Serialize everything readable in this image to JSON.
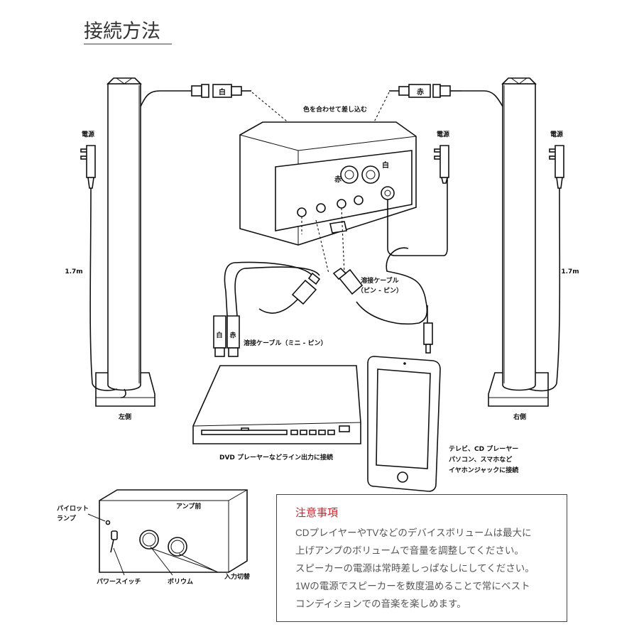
{
  "title": "接続方法",
  "labels": {
    "white": "白",
    "red": "赤",
    "match_colors": "色を合わせて差し込む",
    "power": "電源",
    "length": "1.7m",
    "left_side": "左側",
    "right_side": "右側",
    "cable_pin_pin_1": "溶接ケーブル",
    "cable_pin_pin_2": "（ピン - ピン）",
    "cable_mini_pin": "溶接ケーブル（ミニ - ピン）",
    "dvd_caption": "DVD プレーヤーなどライン出力に接続",
    "device_caption_1": "テレビ、CD プレーヤー",
    "device_caption_2": "パソコン、スマホなど",
    "device_caption_3": "イヤホンジャックに接続",
    "pilot_lamp_1": "パイロット",
    "pilot_lamp_2": "ランプ",
    "amp_front": "アンプ前",
    "power_switch": "パワースイッチ",
    "volume": "ボリウム",
    "input_switch": "入力切替",
    "plug_white": "白",
    "plug_red": "赤"
  },
  "notice": {
    "title": "注意事項",
    "lines": [
      "CDプレイヤーやTVなどのデバイスボリュームは最大に",
      "上げアンプのボリュームで音量を調整してください。",
      "スピーカーの電源は常時差しっぱなしにしてください。",
      "1Wの電源でスピーカーを数度温めることで常にベスト",
      "コンディションでの音楽を楽しめます。"
    ]
  },
  "colors": {
    "notice_title": "#c8242b",
    "line": "#111111"
  }
}
